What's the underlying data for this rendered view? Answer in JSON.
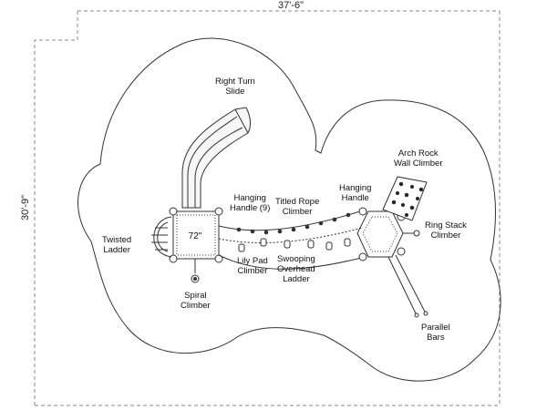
{
  "dimensions": {
    "width": "37'-6\"",
    "height": "30'-9\""
  },
  "deck_label": "72\"",
  "components": {
    "right_turn_slide": "Right Turn\nSlide",
    "hanging_handle_9": "Hanging\nHandle (9)",
    "titled_rope_climber": "Titled Rope\nClimber",
    "hanging_handle": "Hanging\nHandle",
    "arch_rock_wall_climber": "Arch Rock\nWall Climber",
    "ring_stack_climber": "Ring Stack\nClimber",
    "twisted_ladder": "Twisted\nLadder",
    "lily_pad_climber": "Lily Pad\nClimber",
    "swooping_overhead_ladder": "Swooping\nOverhead\nLadder",
    "spiral_climber": "Spiral\nClimber",
    "parallel_bars": "Parallel\nBars"
  },
  "colors": {
    "line": "#333333",
    "dimension_line": "#888888",
    "rock_holds": "#222222"
  }
}
